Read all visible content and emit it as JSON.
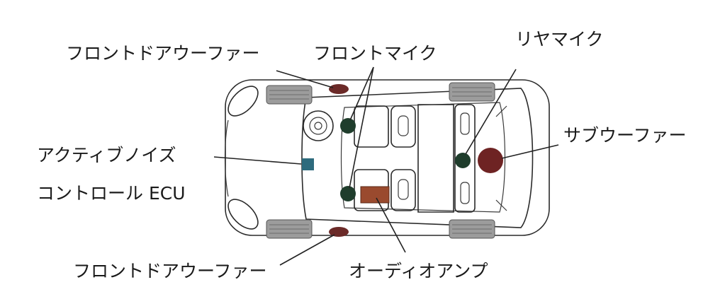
{
  "labels": {
    "front_door_woofer_top": "フロントドアウーファー",
    "front_mic": "フロントマイク",
    "rear_mic": "リヤマイク",
    "subwoofer": "サブウーファー",
    "anc_ecu_line1": "アクティブノイズ",
    "anc_ecu_line2": "コントロール ECU",
    "front_door_woofer_bottom": "フロントドアウーファー",
    "audio_amp": "オーディオアンプ"
  },
  "colors": {
    "mic": "#1f3d2c",
    "door_woofer": "#6b2a28",
    "subwoofer": "#6e2323",
    "ecu": "#2e6b7d",
    "amp": "#9a4a2e",
    "tire": "#9c9c9c"
  }
}
